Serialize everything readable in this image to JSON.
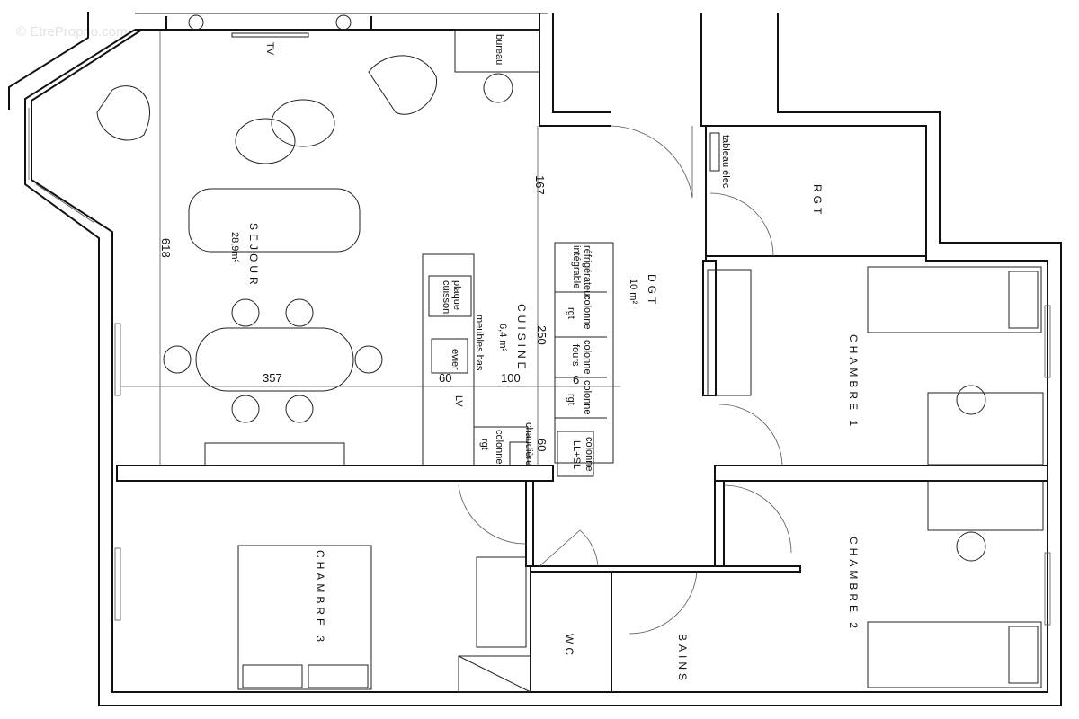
{
  "watermark": "© EtreProprio.com",
  "rooms": {
    "sejour": {
      "name": "SEJOUR",
      "area": "28,9m²"
    },
    "cuisine": {
      "name": "CUISINE",
      "area": "6,4 m²"
    },
    "dgt": {
      "name": "DGT",
      "area": "10 m²"
    },
    "rgt": {
      "name": "RGT"
    },
    "chambre1": {
      "name": "CHAMBRE 1"
    },
    "chambre2": {
      "name": "CHAMBRE 2"
    },
    "chambre3": {
      "name": "CHAMBRE 3"
    },
    "wc": {
      "name": "WC"
    },
    "bains": {
      "name": "BAINS"
    }
  },
  "fixtures": {
    "tv": "TV",
    "bureau": "bureau",
    "tableau_elec": "tableau élec",
    "plaque_cuisson": [
      "plaque",
      "cuisson"
    ],
    "meubles_bas": "meubles bas",
    "evier": "évier",
    "lv": "LV",
    "refrigerateur": [
      "réfrigérateur",
      "intégrable"
    ],
    "colonne_rgt_1": [
      "colonne",
      "rgt"
    ],
    "colonne_fours": [
      "colonne",
      "fours"
    ],
    "colonne_rgt_2": [
      "colonne",
      "rgt"
    ],
    "colonne_rgt_3": [
      "colonne",
      "rgt"
    ],
    "chaudiere": "chaudière",
    "colonne_ll_sl": [
      "colonne",
      "LL+SL"
    ]
  },
  "dimensions": {
    "sejour_depth": "618",
    "sejour_width": "357",
    "passage_167": "167",
    "cuisine_250": "250",
    "evier_60": "60",
    "cuisine_100": "100",
    "colonne_6": "6",
    "chaudiere_60": "60"
  }
}
